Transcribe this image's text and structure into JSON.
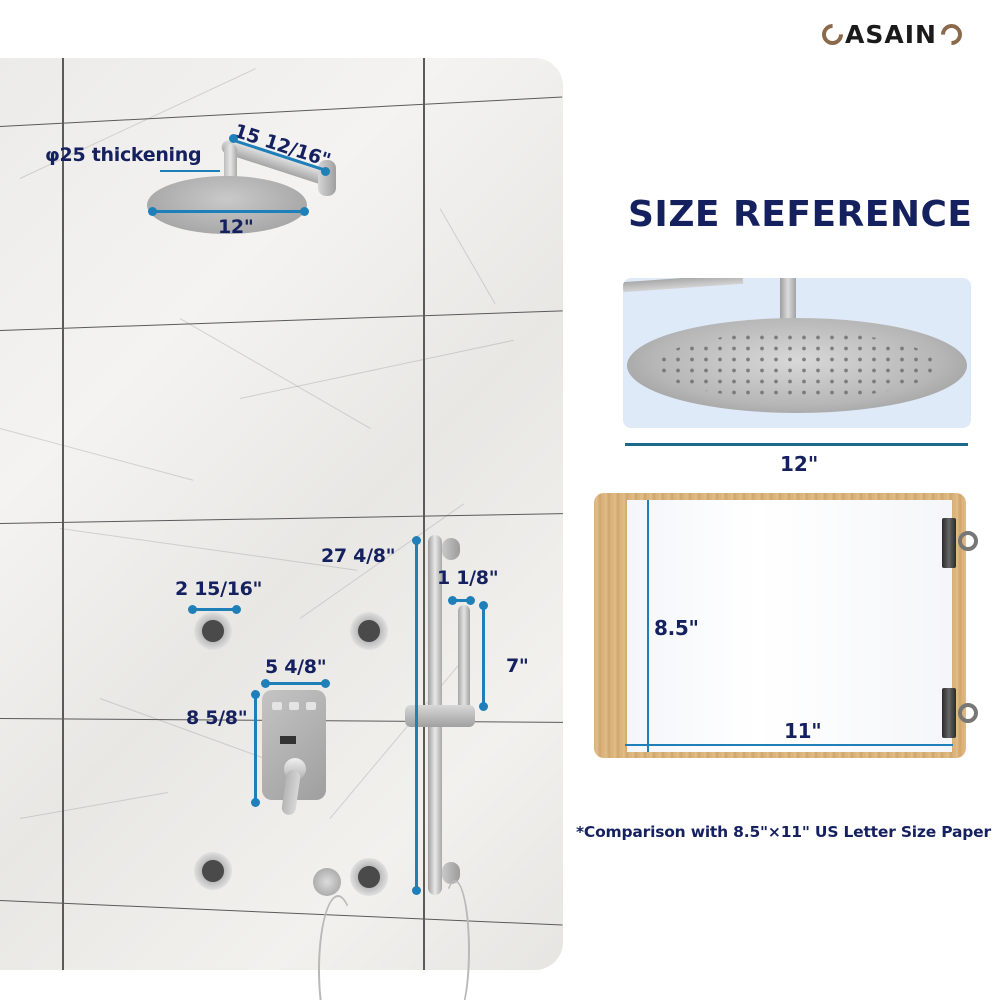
{
  "brand": {
    "name": "CASAINO",
    "core_text": "ASAIN",
    "accent_color": "#8a6a4a"
  },
  "left_panel": {
    "background": "marble-tile-wall",
    "showerhead": {
      "arm_thickness_label": "φ25 thickening",
      "arm_length_label": "15 12/16\"",
      "diameter_label": "12\""
    },
    "body_jets": {
      "diameter_label": "2 15/16\"",
      "count": 4
    },
    "valve": {
      "width_label": "5 4/8\"",
      "height_label": "8 5/8\""
    },
    "slide_bar": {
      "length_label": "27 4/8\""
    },
    "hand_shower": {
      "diameter_label": "1 1/8\"",
      "length_label": "7\""
    },
    "dimension_color": "#1f7fb8",
    "label_color": "#15205e"
  },
  "right_panel": {
    "title": "SIZE REFERENCE",
    "showerhead_reference": {
      "width_label": "12\""
    },
    "paper_reference": {
      "height_label": "8.5\"",
      "width_label": "11\""
    },
    "footnote": "*Comparison with 8.5\"×11\" US Letter Size Paper"
  }
}
